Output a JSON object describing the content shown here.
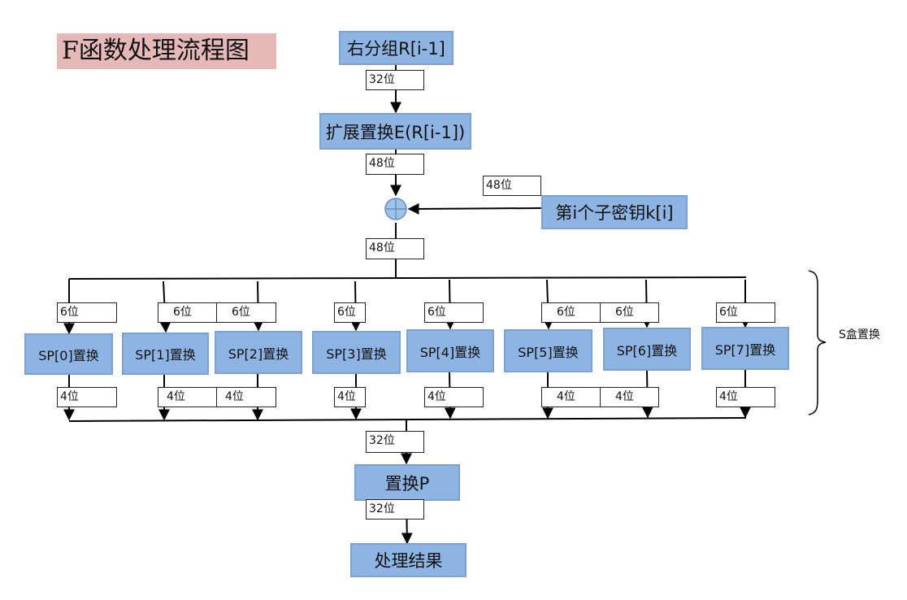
{
  "title": "F函数处理流程图",
  "nodes": {
    "right_block": "右分组R[i-1]",
    "expansion": "扩展置换E(R[i-1])",
    "subkey": "第i个子密钥k[i]",
    "sbox": [
      "SP[0]置换",
      "SP[1]置换",
      "SP[2]置换",
      "SP[3]置换",
      "SP[4]置换",
      "SP[5]置换",
      "SP[6]置换",
      "SP[7]置换"
    ],
    "p_perm": "置换P",
    "result": "处理结果"
  },
  "labels": {
    "bits32_a": "32位",
    "bits48_a": "48位",
    "bits48_key": "48位",
    "bits48_b": "48位",
    "in6": [
      "6位",
      "6位",
      "6位",
      "6位",
      "6位",
      "6位",
      "6位",
      "6位"
    ],
    "out4": [
      "4位",
      "4位",
      "4位",
      "4位",
      "4位",
      "4位",
      "4位",
      "4位"
    ],
    "bits32_b": "32位",
    "bits32_c": "32位"
  },
  "side_label": "S盒置换",
  "colors": {
    "box_fill": "#8eb4e3",
    "box_border": "#7ea2cf",
    "title_bg": "#e6b9b8",
    "xor_fill": "#9dc3e6"
  }
}
